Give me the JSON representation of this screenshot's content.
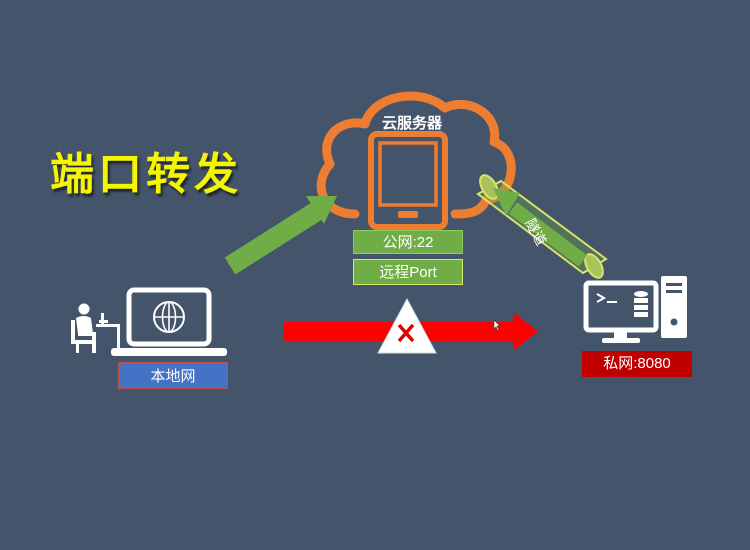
{
  "title": "端口转发",
  "cloud": {
    "label": "云服务器"
  },
  "boxes": {
    "public": "公网:22",
    "remote": "远程Port",
    "local": "本地网",
    "private": "私网:8080"
  },
  "tunnel": {
    "label": "隧道"
  },
  "colors": {
    "background": "#44546a",
    "title": "#f5f500",
    "cloud": "#ed7d31",
    "green": "#70ad47",
    "blue": "#4472c4",
    "red": "#ff0000",
    "dark_red": "#c00000"
  },
  "icons": [
    "cloud-icon",
    "phone-server-icon",
    "user-at-desk-icon",
    "laptop-globe-icon",
    "desktop-computer-icon",
    "blocked-x-icon",
    "cursor-icon"
  ]
}
